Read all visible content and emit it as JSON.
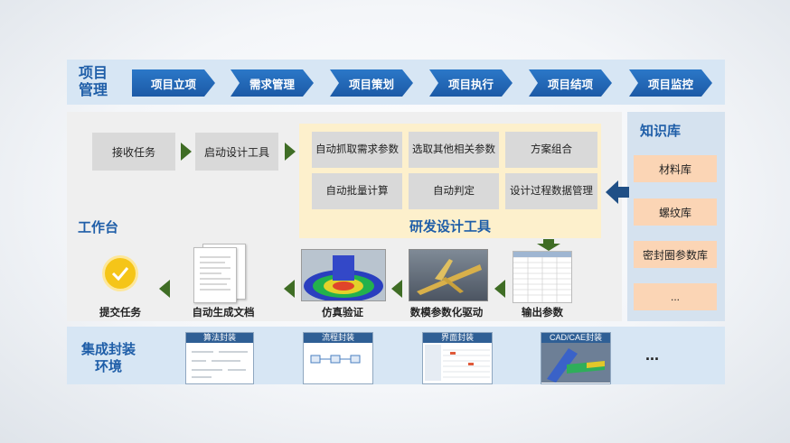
{
  "project": {
    "label_line1": "项目",
    "label_line2": "管理",
    "steps": [
      "项目立项",
      "需求管理",
      "项目策划",
      "项目执行",
      "项目结项",
      "项目监控"
    ]
  },
  "workbench": {
    "label": "工作台",
    "step1": "接收任务",
    "step2": "启动设计工具",
    "tool_title": "研发设计工具",
    "tool_cells": [
      "自动抓取需求参数",
      "选取其他相关参数",
      "方案组合",
      "自动批量计算",
      "自动判定",
      "设计过程数据管理"
    ],
    "flow": [
      "输出参数",
      "数模参数化驱动",
      "仿真验证",
      "自动生成文档",
      "提交任务"
    ]
  },
  "knowledge": {
    "title": "知识库",
    "items": [
      "材料库",
      "螺纹库",
      "密封圈参数库",
      "..."
    ]
  },
  "integration": {
    "label_line1": "集成封装",
    "label_line2": "环境",
    "thumbs": [
      "算法封装",
      "流程封装",
      "界面封装",
      "CAD/CAE封装"
    ],
    "more": "..."
  },
  "colors": {
    "chevron": "#2b78c8",
    "label": "#1f5ea8",
    "arrow": "#3f6d25",
    "tool_bg": "#fdf0cc",
    "knowledge_item": "#fbd5b5"
  }
}
